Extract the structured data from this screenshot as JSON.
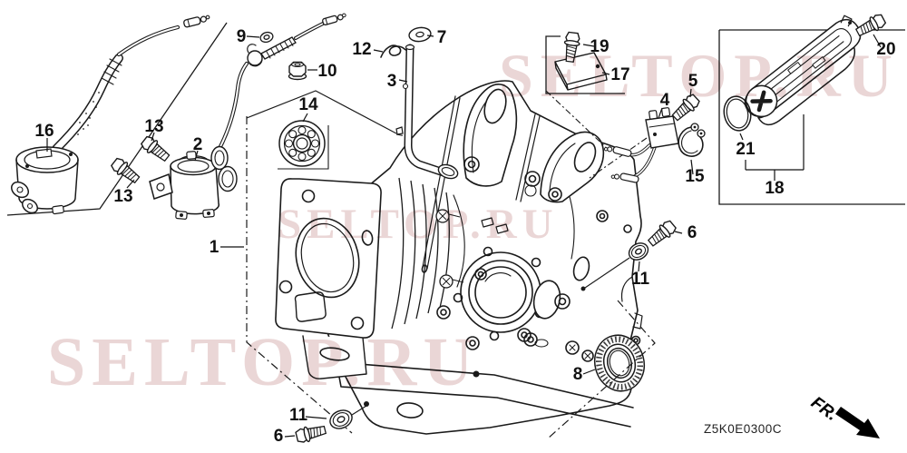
{
  "figure": {
    "diagram_code": "Z5K0E0300C",
    "front_marker": "FR.",
    "watermark_text": "SELTOP.RU",
    "description": "Exploded parts diagram of engine cylinder barrel / crankcase"
  },
  "colors": {
    "line": "#1a1a1a",
    "watermark": "#e7cfcf",
    "background": "#ffffff"
  },
  "callouts": {
    "n1": "1",
    "n2": "2",
    "n3": "3",
    "n4": "4",
    "n5": "5",
    "n6": "6",
    "n7": "7",
    "n8": "8",
    "n9": "9",
    "n10": "10",
    "n11": "11",
    "n12": "12",
    "n13": "13",
    "n14": "14",
    "n15": "15",
    "n16": "16",
    "n17": "17",
    "n18": "18",
    "n19": "19",
    "n20": "20",
    "n21": "21"
  }
}
